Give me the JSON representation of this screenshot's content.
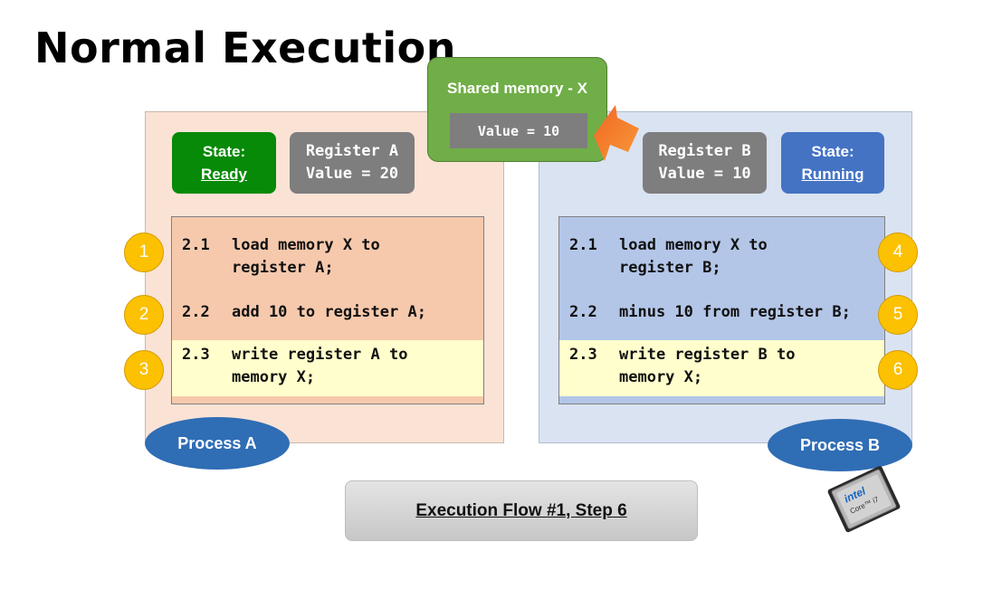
{
  "title": "Normal Execution",
  "shared_memory": {
    "title": "Shared memory - X",
    "value": "Value = 10"
  },
  "process_a": {
    "label": "Process A",
    "state_label": "State:",
    "state_value": "Ready",
    "register_line1": "Register A",
    "register_line2": "Value = 20",
    "code": [
      {
        "step": "1",
        "num": "2.1",
        "line1": "load memory X to",
        "line2": "register A;"
      },
      {
        "step": "2",
        "num": "2.2",
        "line1": "add 10 to register A;"
      },
      {
        "step": "3",
        "num": "2.3",
        "line1": "write register A to",
        "line2": "memory X;"
      }
    ]
  },
  "process_b": {
    "label": "Process B",
    "state_label": "State:",
    "state_value": "Running",
    "register_line1": "Register B",
    "register_line2": "Value = 10",
    "code": [
      {
        "step": "4",
        "num": "2.1",
        "line1": "load memory X to",
        "line2": "register B;"
      },
      {
        "step": "5",
        "num": "2.2",
        "line1": "minus 10 from register B;"
      },
      {
        "step": "6",
        "num": "2.3",
        "line1": "write register B to",
        "line2": "memory X;"
      }
    ]
  },
  "footer": {
    "label": "Execution Flow #1, Step 6"
  },
  "cpu": {
    "brand": "intel",
    "model": "Core™ i7"
  },
  "colors": {
    "state_ready": "#078a07",
    "state_running": "#4473c4",
    "register": "#7e7e7e",
    "shared_memory": "#70ae47",
    "step_circle": "#fcc100",
    "process_ellipse": "#2f6db5",
    "arrow": "#f47b20",
    "highlight": "#fffecc"
  }
}
